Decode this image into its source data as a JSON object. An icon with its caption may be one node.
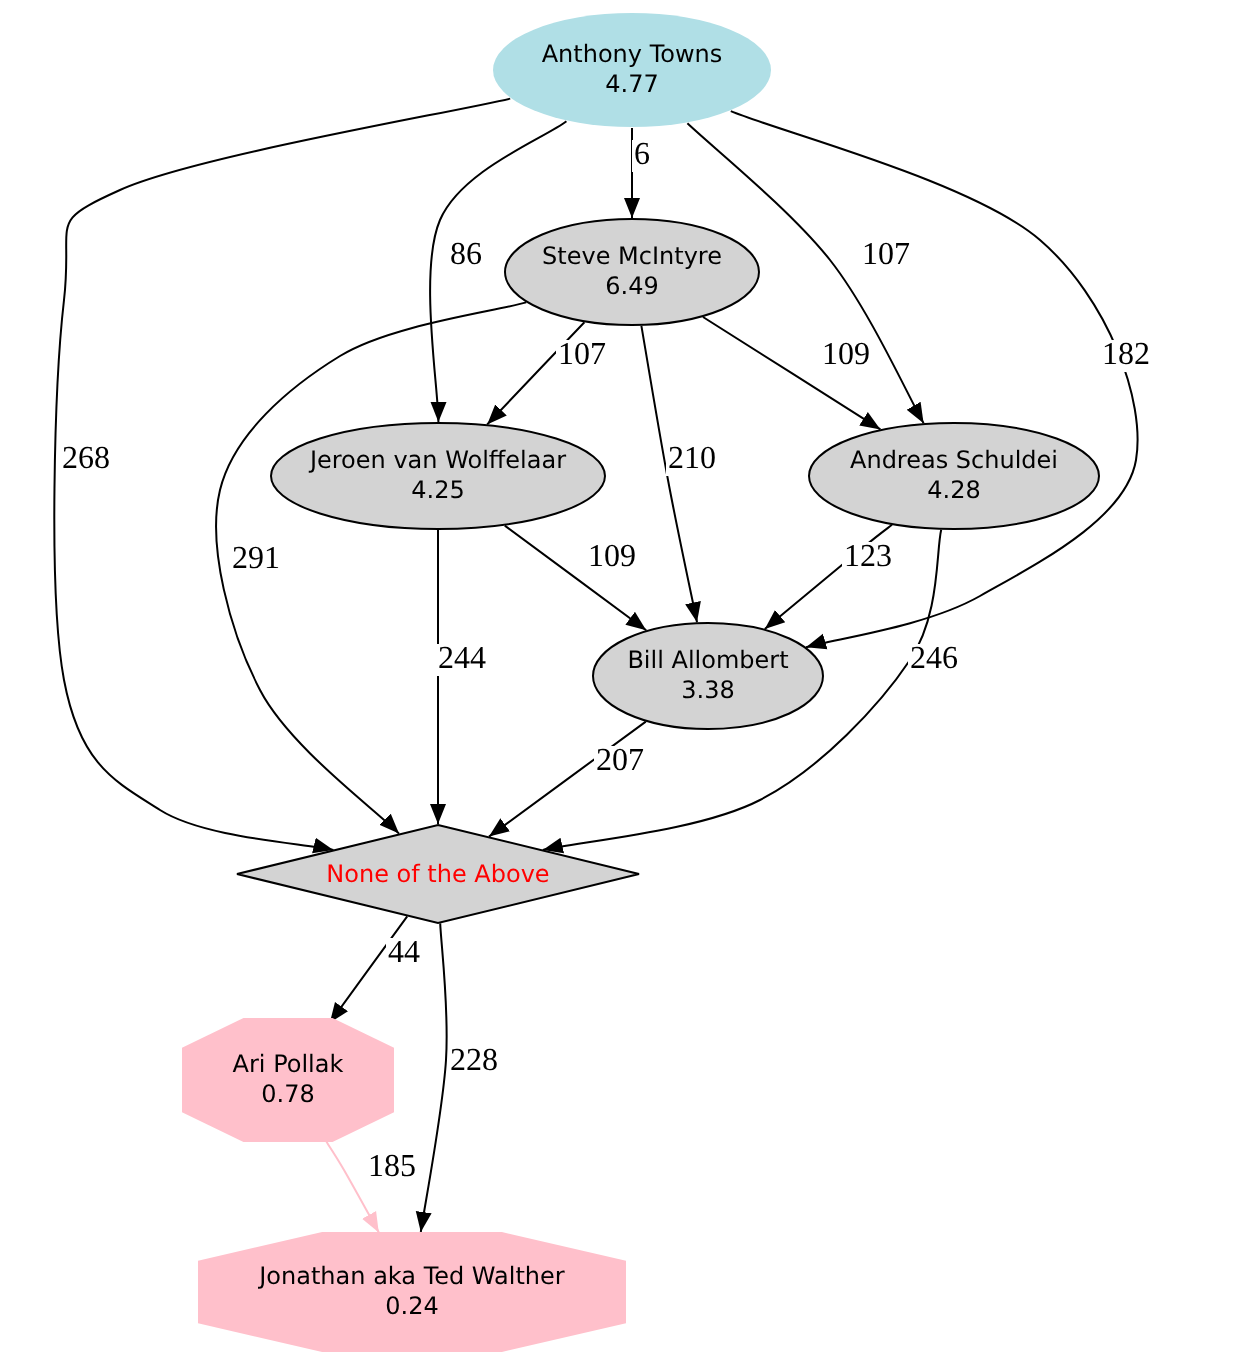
{
  "diagram": {
    "nodes": [
      {
        "text": [
          "Anthony Towns",
          "4.77"
        ]
      },
      {
        "text": [
          "Steve McIntyre",
          "6.49"
        ]
      },
      {
        "text": [
          "Jeroen van Wolffelaar",
          "4.25"
        ]
      },
      {
        "text": [
          "Andreas Schuldei",
          "4.28"
        ]
      },
      {
        "text": [
          "Bill Allombert",
          "3.38"
        ]
      },
      {
        "text": [
          "None of the Above"
        ]
      },
      {
        "text": [
          "Ari Pollak",
          "0.78"
        ]
      },
      {
        "text": [
          "Jonathan aka Ted Walther",
          "0.24"
        ]
      }
    ],
    "edges": [
      {
        "from": 0,
        "to": 1,
        "arrow": "to",
        "label": "6"
      },
      {
        "from": 0,
        "to": 2,
        "arrow": "to",
        "label": "86"
      },
      {
        "from": 0,
        "to": 3,
        "arrow": "to",
        "label": "107"
      },
      {
        "from": 0,
        "to": 4,
        "arrow": "to",
        "label": "182"
      },
      {
        "from": 0,
        "to": 5,
        "arrow": "to",
        "label": "268"
      },
      {
        "from": 1,
        "to": 2,
        "arrow": "to",
        "label": "107"
      },
      {
        "from": 1,
        "to": 3,
        "arrow": "to",
        "label": "109"
      },
      {
        "from": 1,
        "to": 4,
        "arrow": "to",
        "label": "210"
      },
      {
        "from": 1,
        "to": 5,
        "arrow": "to",
        "label": "291"
      },
      {
        "from": 2,
        "to": 4,
        "arrow": "to",
        "label": "109"
      },
      {
        "from": 2,
        "to": 5,
        "arrow": "to",
        "label": "244"
      },
      {
        "from": 3,
        "to": 4,
        "arrow": "to",
        "label": "123"
      },
      {
        "from": 3,
        "to": 5,
        "arrow": "to",
        "label": "246"
      },
      {
        "from": 4,
        "to": 5,
        "arrow": "to",
        "label": "207"
      },
      {
        "from": 5,
        "to": 6,
        "arrow": "to",
        "label": "44"
      },
      {
        "from": 5,
        "to": 7,
        "arrow": "to",
        "label": "228"
      },
      {
        "from": 6,
        "to": 7,
        "arrow": "to",
        "label": "185",
        "color": "#ffc0cb"
      }
    ]
  }
}
